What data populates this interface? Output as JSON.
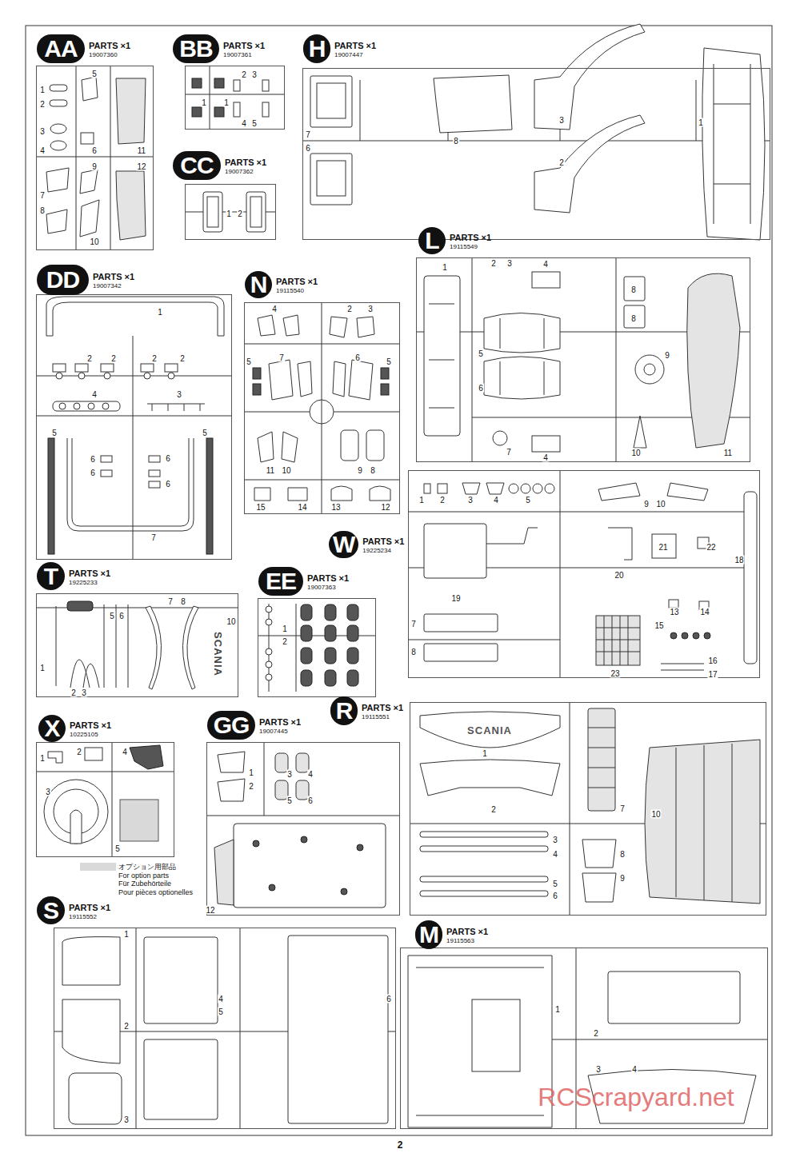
{
  "diagram": {
    "nodes": [
      {
        "text": [
          "AA",
          "PARTS ×1",
          "19007360"
        ]
      },
      {
        "text": [
          "BB",
          "PARTS ×1",
          "19007361"
        ]
      },
      {
        "text": [
          "CC",
          "PARTS ×1",
          "19007362"
        ]
      },
      {
        "text": [
          "H",
          "PARTS ×1",
          "19007447"
        ]
      },
      {
        "text": [
          "DD",
          "PARTS ×1",
          "19007342"
        ]
      },
      {
        "text": [
          "N",
          "PARTS ×1",
          "19115540"
        ]
      },
      {
        "text": [
          "L",
          "PARTS ×1",
          "19115549"
        ]
      },
      {
        "text": [
          "W",
          "PARTS ×1",
          "19225234"
        ]
      },
      {
        "text": [
          "T",
          "PARTS ×1",
          "19225233"
        ]
      },
      {
        "text": [
          "EE",
          "PARTS ×1",
          "19007363"
        ]
      },
      {
        "text": [
          "X",
          "PARTS ×1",
          "10225105"
        ]
      },
      {
        "text": [
          "GG",
          "PARTS ×1",
          "19007445"
        ]
      },
      {
        "text": [
          "R",
          "PARTS ×1",
          "19115551"
        ]
      },
      {
        "text": [
          "S",
          "PARTS ×1",
          "19115552"
        ]
      },
      {
        "text": [
          "M",
          "PARTS ×1",
          "19115563"
        ]
      }
    ],
    "labels": [
      "5",
      "1",
      "2",
      "3",
      "4",
      "6",
      "11",
      "9",
      "12",
      "7",
      "8",
      "10",
      "2",
      "3",
      "1",
      "1",
      "4",
      "5",
      "1",
      "2",
      "7",
      "8",
      "6",
      "3",
      "2",
      "1",
      "1",
      "2",
      "2",
      "2",
      "2",
      "4",
      "3",
      "5",
      "5",
      "6",
      "6",
      "6",
      "6",
      "7",
      "4",
      "2",
      "3",
      "7",
      "6",
      "5",
      "5",
      "11",
      "10",
      "9",
      "8",
      "15",
      "14",
      "13",
      "12",
      "1",
      "2",
      "3",
      "4",
      "8",
      "8",
      "9",
      "5",
      "6",
      "7",
      "4",
      "10",
      "11",
      "1",
      "2",
      "3",
      "4",
      "5",
      "9",
      "10",
      "18",
      "21",
      "22",
      "19",
      "20",
      "13",
      "14",
      "15",
      "16",
      "17",
      "7",
      "8",
      "23",
      "5",
      "6",
      "7",
      "8",
      "10",
      "1",
      "2",
      "3",
      "SCANIA",
      "1",
      "2",
      "1",
      "2",
      "4",
      "3",
      "5",
      "1",
      "2",
      "3",
      "4",
      "5",
      "6",
      "12",
      "SCANIA",
      "1",
      "2",
      "7",
      "10",
      "3",
      "4",
      "8",
      "9",
      "5",
      "6",
      "1",
      "2",
      "3",
      "4",
      "5",
      "6",
      "1",
      "2",
      "3",
      "4",
      "2",
      "RCScrapyard.net"
    ],
    "legend": [
      {
        "text": "オプション用部品",
        "color": "#d9d9d9"
      },
      {
        "text": "For option parts"
      },
      {
        "text": "Für Zubehörteile"
      },
      {
        "text": "Pour pièces optionelles"
      }
    ]
  }
}
